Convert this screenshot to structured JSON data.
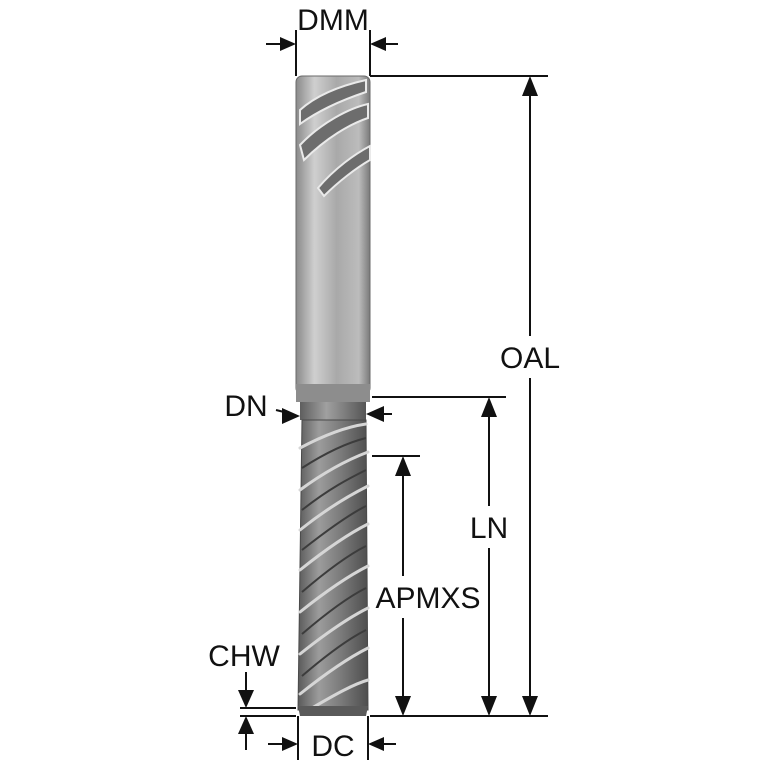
{
  "labels": {
    "shank_diameter": "DMM",
    "overall_length": "OAL",
    "neck_diameter": "DN",
    "neck_length": "LN",
    "max_depth_of_cut": "APMXS",
    "chamfer_width": "CHW",
    "cutting_diameter": "DC"
  },
  "colors": {
    "line": "#111111",
    "background": "#ffffff",
    "tool_light": "#c9c9c9",
    "tool_dark": "#6e6e6e"
  }
}
